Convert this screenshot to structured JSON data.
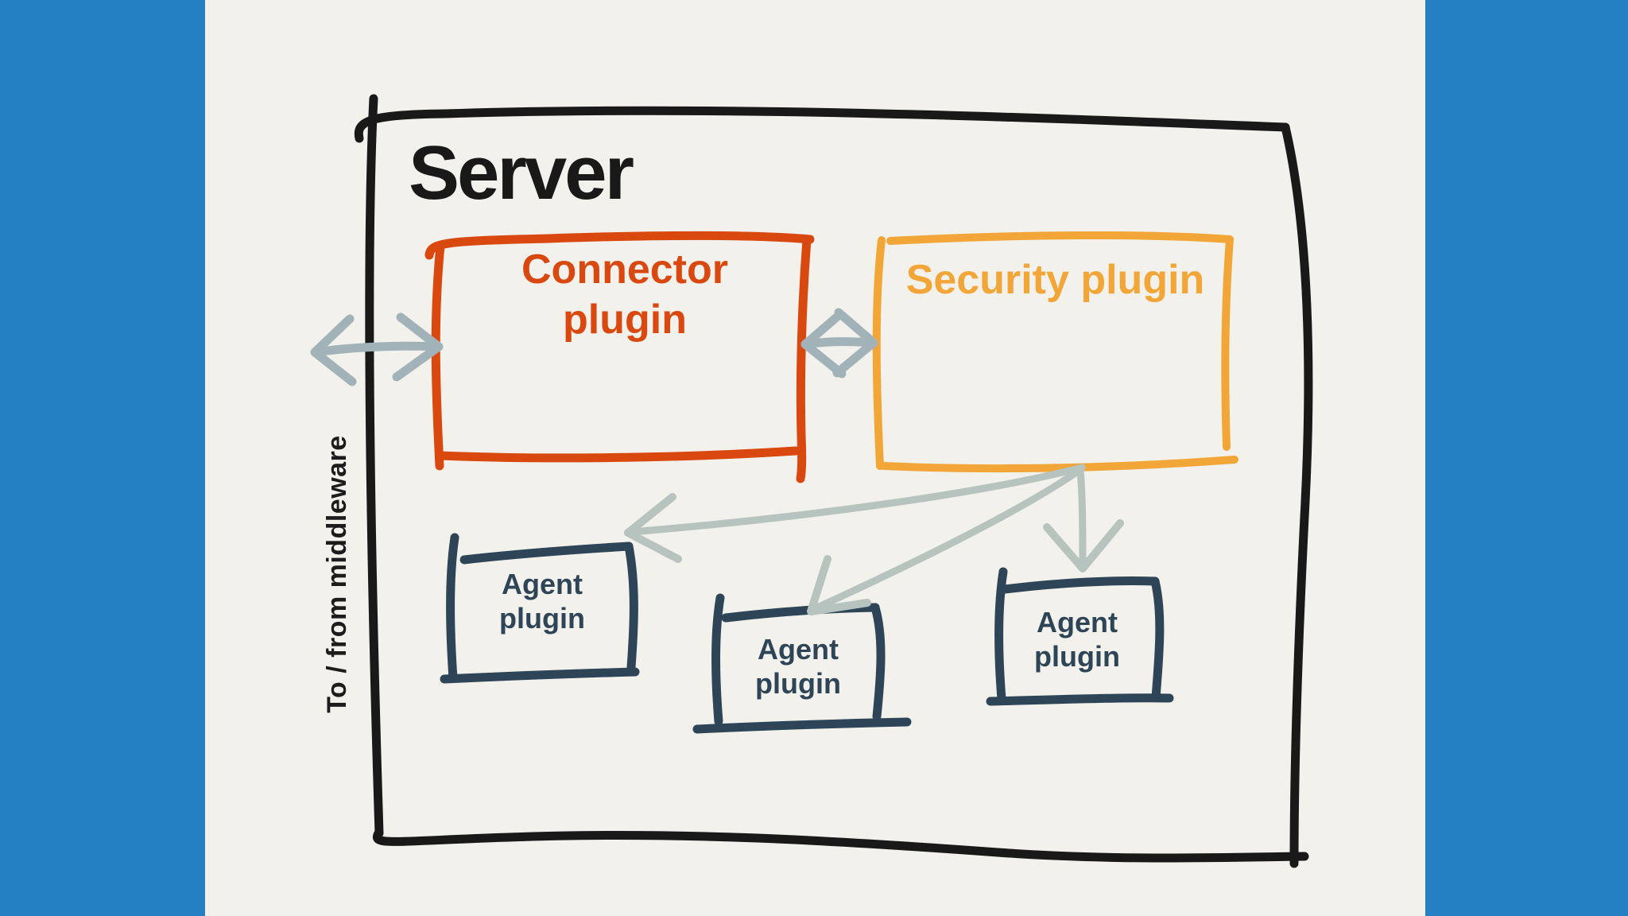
{
  "colors": {
    "letterbox_blue": "#2480c2",
    "canvas_bg": "#f2f1ec",
    "ink_black": "#191919",
    "connector_orange": "#d9480f",
    "security_amber": "#f2a638",
    "agent_navy": "#2e4457",
    "arrow_gray": "#a1b3b8",
    "fan_arrow_gray": "#b7c3bf"
  },
  "server": {
    "title": "Server"
  },
  "middleware_label": "To / from middleware",
  "nodes": {
    "connector": {
      "label": "Connector plugin",
      "lines": [
        "Connector",
        "plugin"
      ]
    },
    "security": {
      "label": "Security plugin"
    },
    "agent_left": {
      "label": "Agent plugin",
      "lines": [
        "Agent",
        "plugin"
      ]
    },
    "agent_middle": {
      "label": "Agent plugin",
      "lines": [
        "Agent",
        "plugin"
      ]
    },
    "agent_right": {
      "label": "Agent plugin",
      "lines": [
        "Agent",
        "plugin"
      ]
    }
  },
  "edges": [
    {
      "from": "middleware",
      "to": "server",
      "type": "bidirectional"
    },
    {
      "from": "connector",
      "to": "security",
      "type": "bidirectional"
    },
    {
      "from": "security",
      "to": "agent_left",
      "type": "directed"
    },
    {
      "from": "security",
      "to": "agent_middle",
      "type": "directed"
    },
    {
      "from": "security",
      "to": "agent_right",
      "type": "directed"
    }
  ]
}
